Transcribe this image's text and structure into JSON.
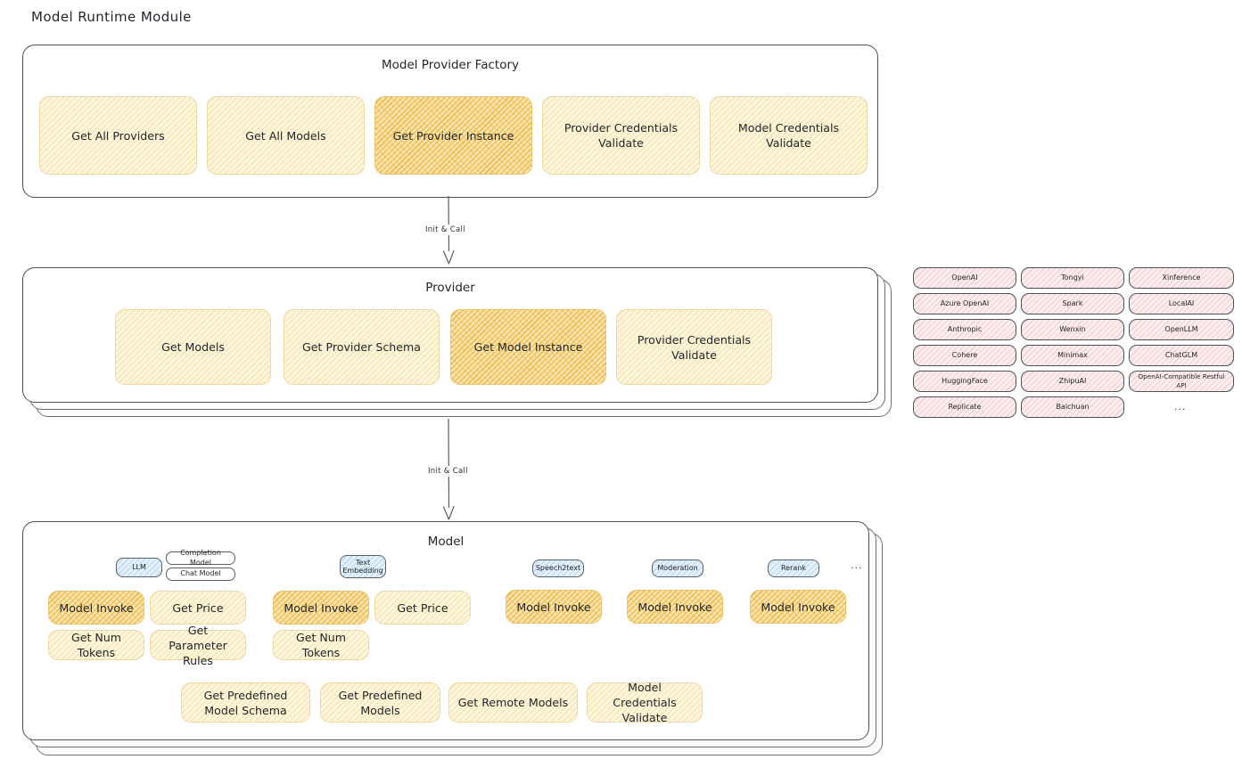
{
  "diagram": {
    "title": "Model Runtime Module",
    "type": "architecture-flow"
  },
  "colors": {
    "node_fill": "#fdf6de",
    "node_border": "#e0c07a",
    "node_highlight_fill": "#fbe7b4",
    "node_highlight_border": "#e2b458",
    "provider_chip_fill": "#fdeff0",
    "model_type_fill": "#e4f0fb",
    "panel_border": "#4a4f55",
    "text": "#22262a"
  },
  "factory": {
    "title": "Model Provider Factory",
    "nodes": [
      {
        "label": "Get All Providers",
        "highlight": false
      },
      {
        "label": "Get All Models",
        "highlight": false
      },
      {
        "label": "Get Provider Instance",
        "highlight": true
      },
      {
        "label": "Provider Credentials Validate",
        "highlight": false
      },
      {
        "label": "Model Credentials Validate",
        "highlight": false
      }
    ]
  },
  "connector_1": {
    "label": "Init & Call"
  },
  "provider": {
    "title": "Provider",
    "nodes": [
      {
        "label": "Get Models",
        "highlight": false
      },
      {
        "label": "Get Provider Schema",
        "highlight": false
      },
      {
        "label": "Get Model Instance",
        "highlight": true
      },
      {
        "label": "Provider Credentials Validate",
        "highlight": false
      }
    ]
  },
  "connector_2": {
    "label": "Init & Call"
  },
  "provider_list": {
    "columns": [
      [
        "OpenAI",
        "Azure OpenAI",
        "Anthropic",
        "Cohere",
        "HuggingFace",
        "Replicate"
      ],
      [
        "Tongyi",
        "Spark",
        "Wenxin",
        "Minimax",
        "ZhipuAI",
        "Baichuan"
      ],
      [
        "Xinference",
        "LocalAI",
        "OpenLLM",
        "ChatGLM",
        "OpenAI-Compatible Restful API"
      ]
    ],
    "more": "..."
  },
  "model": {
    "title": "Model",
    "more": "...",
    "types": [
      {
        "name": "LLM",
        "subtypes": [
          "Completion Model",
          "Chat Model"
        ],
        "methods": [
          "Model Invoke",
          "Get Price",
          "Get Num Tokens",
          "Get Parameter Rules"
        ],
        "highlight_method": "Model Invoke"
      },
      {
        "name": "Text Embedding",
        "subtypes": [],
        "methods": [
          "Model Invoke",
          "Get Price",
          "Get Num Tokens"
        ],
        "highlight_method": "Model Invoke"
      },
      {
        "name": "Speech2text",
        "subtypes": [],
        "methods": [
          "Model Invoke"
        ],
        "highlight_method": "Model Invoke"
      },
      {
        "name": "Moderation",
        "subtypes": [],
        "methods": [
          "Model Invoke"
        ],
        "highlight_method": "Model Invoke"
      },
      {
        "name": "Rerank",
        "subtypes": [],
        "methods": [
          "Model Invoke"
        ],
        "highlight_method": "Model Invoke"
      }
    ],
    "common_methods": [
      "Get Predefined Model Schema",
      "Get Predefined Models",
      "Get Remote Models",
      "Model Credentials Validate"
    ]
  }
}
